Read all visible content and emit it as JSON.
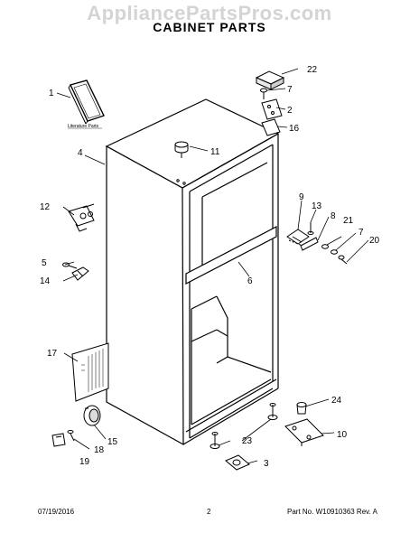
{
  "watermark": "AppliancePartsPros.com",
  "title": "CABINET PARTS",
  "literature_label": "Literature Parts",
  "callouts": {
    "c1": "1",
    "c2": "2",
    "c3": "3",
    "c4": "4",
    "c5": "5",
    "c6": "6",
    "c7a": "7",
    "c7b": "7",
    "c8": "8",
    "c9": "9",
    "c10": "10",
    "c11": "11",
    "c12": "12",
    "c13": "13",
    "c14": "14",
    "c15": "15",
    "c16": "16",
    "c17": "17",
    "c18": "18",
    "c19": "19",
    "c20": "20",
    "c21": "21",
    "c22": "22",
    "c23": "23",
    "c24": "24"
  },
  "footer": {
    "date": "07/19/2016",
    "page": "2",
    "part_no": "Part No. W10910363  Rev. A"
  }
}
